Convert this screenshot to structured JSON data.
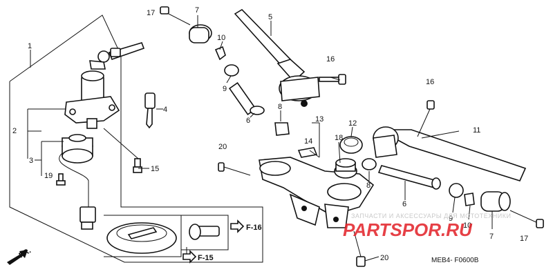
{
  "callouts": [
    {
      "id": "c1",
      "text": "1"
    },
    {
      "id": "c2",
      "text": "2"
    },
    {
      "id": "c3",
      "text": "3"
    },
    {
      "id": "c4",
      "text": "4"
    },
    {
      "id": "c5",
      "text": "5"
    },
    {
      "id": "c6a",
      "text": "6"
    },
    {
      "id": "c6b",
      "text": "6"
    },
    {
      "id": "c7a",
      "text": "7"
    },
    {
      "id": "c7b",
      "text": "7"
    },
    {
      "id": "c8a",
      "text": "8"
    },
    {
      "id": "c8b",
      "text": "8"
    },
    {
      "id": "c9a",
      "text": "9"
    },
    {
      "id": "c9b",
      "text": "9"
    },
    {
      "id": "c10a",
      "text": "10"
    },
    {
      "id": "c10b",
      "text": "10"
    },
    {
      "id": "c11",
      "text": "11"
    },
    {
      "id": "c12",
      "text": "12"
    },
    {
      "id": "c13",
      "text": "13"
    },
    {
      "id": "c14",
      "text": "14"
    },
    {
      "id": "c15",
      "text": "15"
    },
    {
      "id": "c16a",
      "text": "16"
    },
    {
      "id": "c16b",
      "text": "16"
    },
    {
      "id": "c17a",
      "text": "17"
    },
    {
      "id": "c17b",
      "text": "17"
    },
    {
      "id": "c18",
      "text": "18"
    },
    {
      "id": "c19",
      "text": "19"
    },
    {
      "id": "c20a",
      "text": "20"
    },
    {
      "id": "c20b",
      "text": "20"
    }
  ],
  "refs": {
    "f16": "F-16",
    "f15": "F-15",
    "fr": "FR."
  },
  "diagram_code": "MEB4- F0600B",
  "watermark": {
    "line1": "ЗАПЧАСТИ И АКСЕССУАРЫ ДЛЯ МОТОТЕХНИКИ",
    "line2": "PARTSPOR.RU"
  }
}
